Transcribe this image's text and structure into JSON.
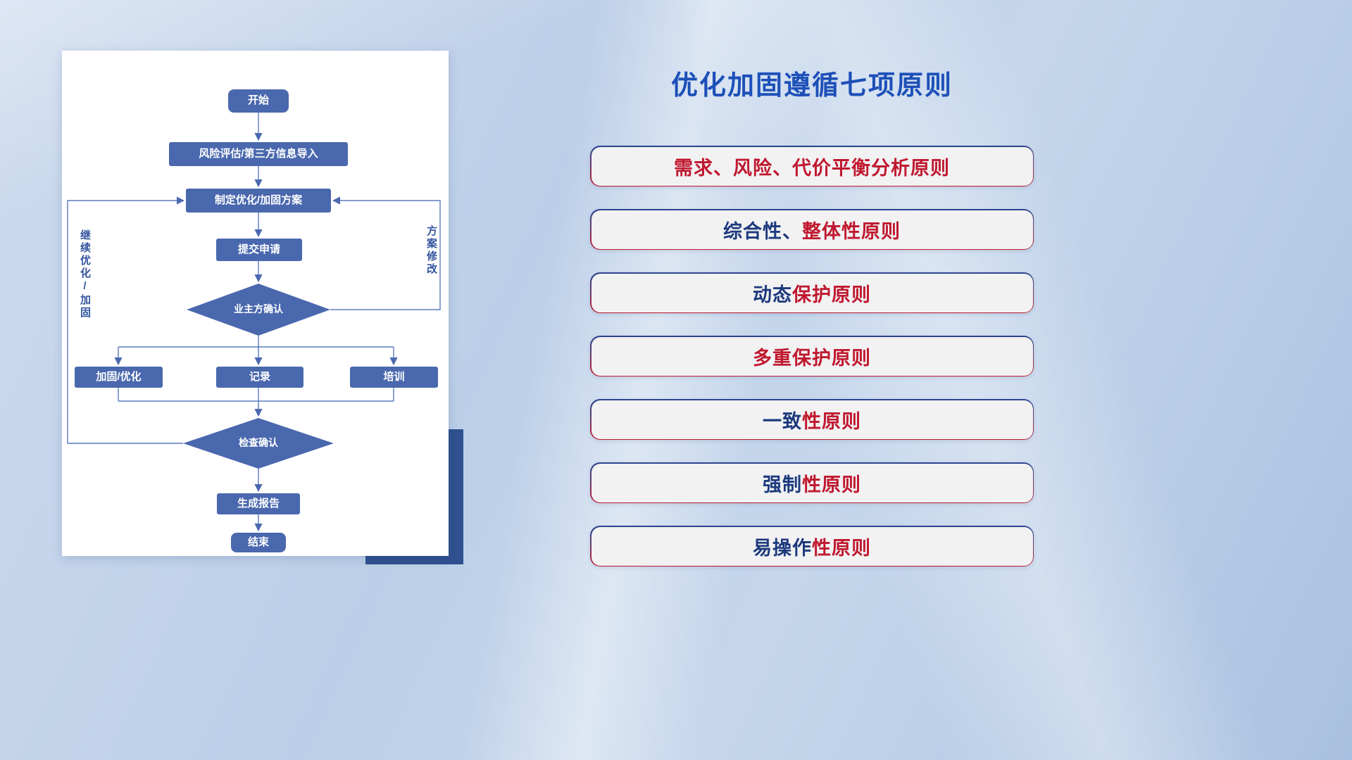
{
  "flowchart": {
    "start": "开始",
    "risk_import": "风险评估/第三方信息导入",
    "make_plan": "制定优化/加固方案",
    "submit": "提交申请",
    "owner_confirm": "业主方确认",
    "reinforce": "加固/优化",
    "record": "记录",
    "training": "培训",
    "check_confirm": "检查确认",
    "report": "生成报告",
    "end": "结束",
    "loop_left_label": "继续优化/加固",
    "loop_right_label": "方案修改"
  },
  "right": {
    "title": "优化加固遵循七项原则",
    "principles": [
      {
        "navy": "",
        "red": "需求、风险、代价平衡分析原则"
      },
      {
        "navy": "综合性、",
        "red": "整体性原则"
      },
      {
        "navy": "动态",
        "red": "保护原则"
      },
      {
        "navy": "",
        "red": "多重保护原则"
      },
      {
        "navy": "一致",
        "red": "性原则"
      },
      {
        "navy": "强制",
        "red": "性原则"
      },
      {
        "navy": "易操作",
        "red": "性原则"
      }
    ]
  },
  "colors": {
    "node_fill": "#4a68ae",
    "connector": "#5b7bbd",
    "card_shadow_block": "#30508f",
    "title_blue": "#1d50b8",
    "principle_navy": "#1d3a7d",
    "principle_red": "#c0182f"
  }
}
